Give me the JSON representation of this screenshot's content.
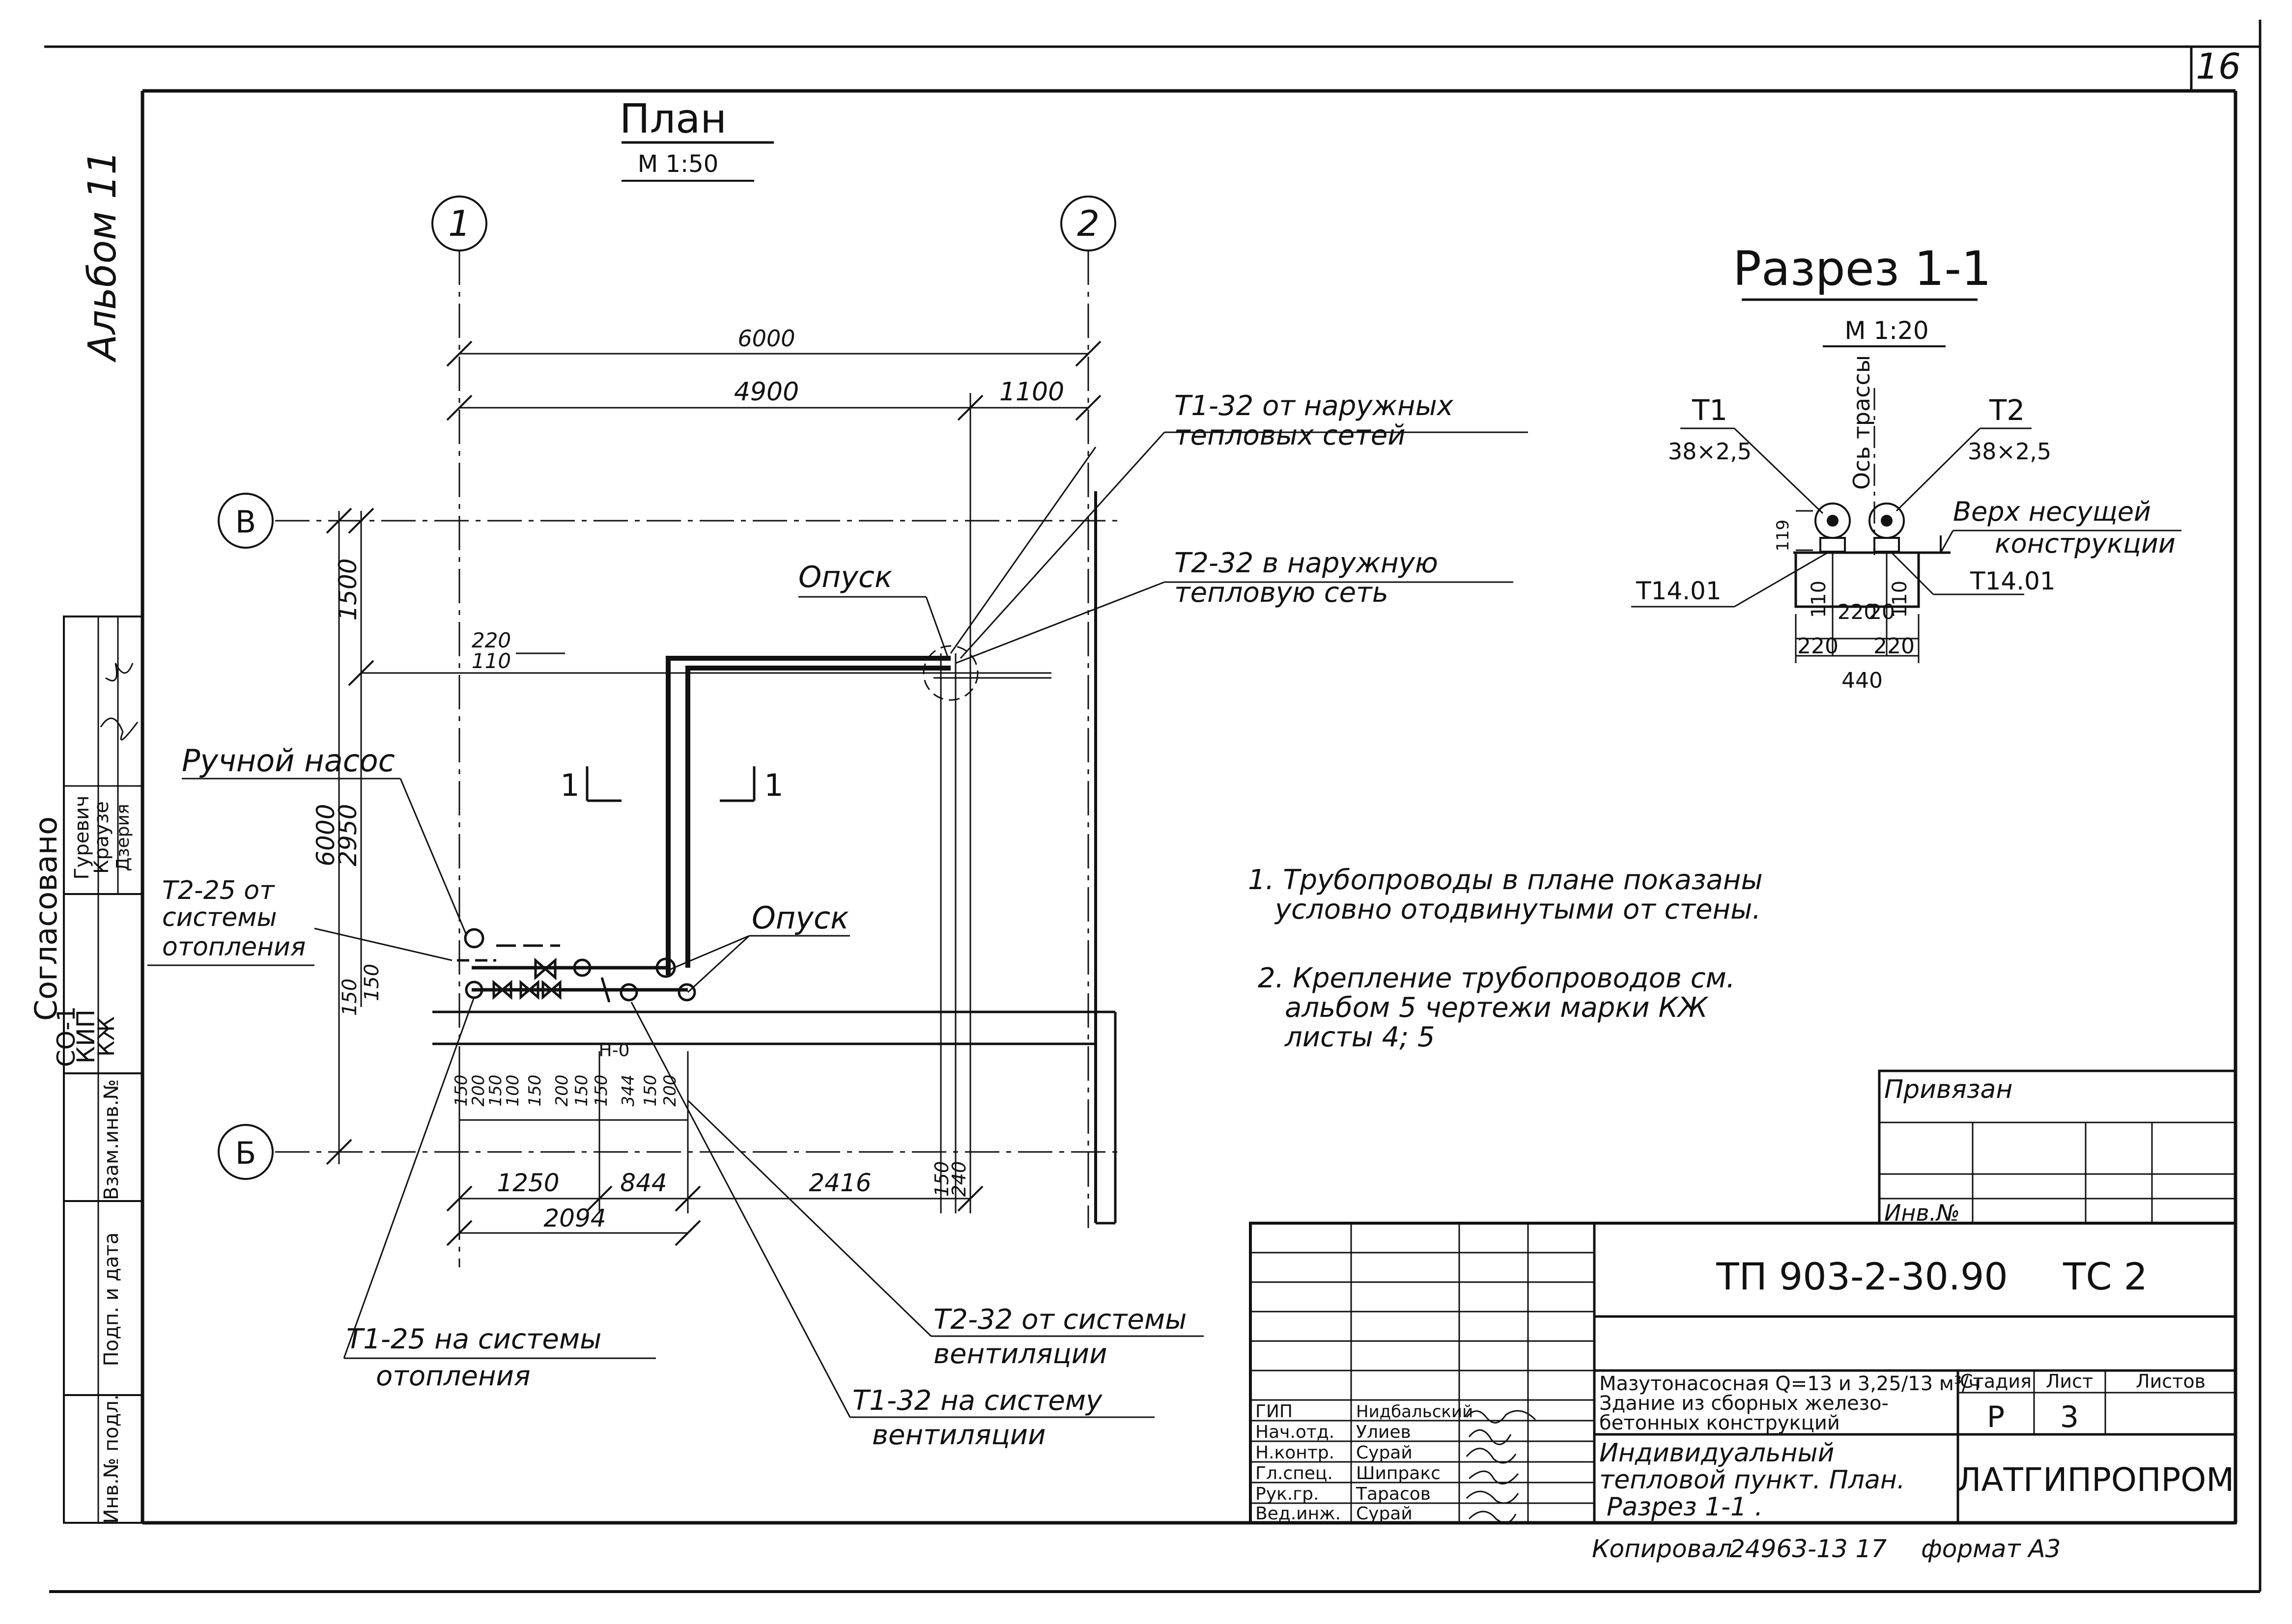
{
  "sheet": {
    "page_number": "16",
    "album_label": "Альбом 11",
    "copy_note": "Копировал",
    "copy_number": "24963-13 17",
    "format": "формат А3"
  },
  "plan": {
    "title": "План",
    "scale": "М 1:50",
    "axes": {
      "axis_1": "1",
      "axis_2": "2",
      "axis_v": "В",
      "axis_b": "Б"
    },
    "dimensions": {
      "d6000_top": "6000",
      "d4900": "4900",
      "d1100": "1100",
      "d1500": "1500",
      "d6000_left": "6000",
      "d2950": "2950",
      "d220": "220",
      "d110": "110",
      "d150a": "150",
      "d150b": "150",
      "bottom_small": [
        "150",
        "200",
        "150",
        "100",
        "150",
        "200",
        "150",
        "150",
        "344",
        "150",
        "200"
      ],
      "d1250": "1250",
      "d844": "844",
      "d2416": "2416",
      "d2094": "2094",
      "d150_right": "150",
      "d240": "240"
    },
    "labels": {
      "t1_32_outer": "Т1-32 от наружных",
      "t1_32_outer_2": "тепловых сетей",
      "t2_32_outer": "Т2-32 в наружную",
      "t2_32_outer_2": "тепловую сеть",
      "opusk_top": "Опуск",
      "opusk_mid": "Опуск",
      "manual_pump": "Ручной насос",
      "t2_25": "Т2-25 от",
      "t2_25_2": "системы",
      "t2_25_3": "отопления",
      "t1_25": "Т1-25 на системы",
      "t1_25_2": "отопления",
      "t2_32_vent": "Т2-32 от системы",
      "t2_32_vent_2": "вентиляции",
      "t1_32_vent": "Т1-32 на систему",
      "t1_32_vent_2": "вентиляции",
      "section_mark": "1",
      "valve_mark": "Н-0"
    }
  },
  "section": {
    "title": "Разрез 1-1",
    "scale": "М 1:20",
    "t1": "Т1",
    "t1_size": "38×2,5",
    "t2": "Т2",
    "t2_size": "38×2,5",
    "axis_label": "Ось трассы",
    "top_structure": "Верх несущей",
    "top_structure_2": "конструкции",
    "support_left": "Т14.01",
    "support_right": "Т14.01",
    "dims": {
      "d119": "119",
      "d110a": "110",
      "d110b": "110",
      "d220mid": "220",
      "d20": "20",
      "d220l": "220",
      "d220r": "220",
      "d440": "440"
    }
  },
  "notes": [
    "1. Трубопроводы в плане показаны",
    "условно отодвинутыми от стены.",
    "2. Крепление трубопроводов см.",
    "альбом 5 чертежи марки КЖ",
    "листы 4; 5"
  ],
  "side_stamp": {
    "agreed": "Согласовано",
    "depts": [
      "СО-1",
      "КИП",
      "КЖ"
    ],
    "people": [
      "Гуревич",
      "Краузе",
      "Дзерия"
    ],
    "inv_orig": "Инв.№ подл.",
    "sign_date": "Подп. и дата",
    "inv_replace": "Взам.инв.№"
  },
  "privyazan_block": {
    "title": "Привязан",
    "inv_no": "Инв.№"
  },
  "title_block": {
    "code": "ТП 903-2-30.90",
    "mark": "ТС 2",
    "object": "Мазутонасосная Q=13 и 3,25/13 м³/ч",
    "object_2": "Здание из сборных железо-",
    "object_3": "бетонных конструкций",
    "sheet_title": "Индивидуальный",
    "sheet_title_2": "тепловой пункт. План.",
    "sheet_title_3": "Разрез 1-1 .",
    "stage_label": "Стадия",
    "sheet_label": "Лист",
    "sheets_label": "Листов",
    "stage": "Р",
    "sheet": "3",
    "sheets": "",
    "org": "ЛАТГИПРОПРОМ",
    "roles": [
      "ГИП",
      "Нач.отд.",
      "Н.контр.",
      "Гл.спец.",
      "Рук.гр.",
      "Вед.инж."
    ],
    "names": [
      "Нидбальский",
      "Улиев",
      "Сурай",
      "Шипракс",
      "Тарасов",
      "Сурай"
    ]
  }
}
